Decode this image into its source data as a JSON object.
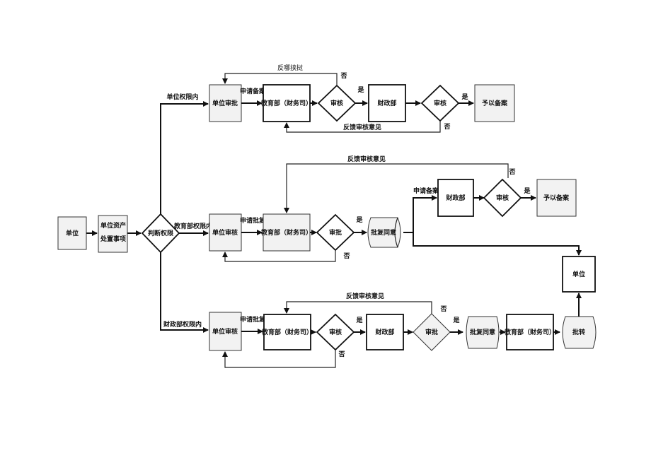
{
  "nodes": {
    "unit_start": "单位",
    "asset_disposal": "单位资产处置事项",
    "judge_authority": "判断权限",
    "unit_review_1": "单位审批",
    "moe_1": "教育部（财务司）",
    "audit_1": "审核",
    "mof_1": "财政部",
    "audit_1b": "审核",
    "record_1": "予以备案",
    "unit_review_2": "单位审核",
    "moe_2": "教育部（财务司）",
    "approve_2": "审批",
    "doc_reply_2": "批复同意",
    "mof_2": "财政部",
    "audit_2": "审核",
    "record_2": "予以备案",
    "unit_end": "单位",
    "unit_review_3": "单位审核",
    "moe_3": "教育部（财务司）",
    "audit_3": "审核",
    "mof_3": "财政部",
    "approve_3": "审批",
    "doc_reply_3": "批复同意",
    "moe_3b": "教育部（财务司）",
    "doc_forward_3": "批转"
  },
  "labels": {
    "branch_unit": "单位权限内",
    "branch_moe": "教育部权限内",
    "branch_mof": "财政部权限内",
    "apply_record_1": "申请备案",
    "apply_record_2": "申请备案",
    "apply_approve_2": "申请批复",
    "apply_approve_3": "申请批复",
    "feedback_1": "反哪挟挝",
    "feedback_1b": "反馈审核意见",
    "feedback_2": "反馈审核意见",
    "feedback_3": "反馈审核意见",
    "yes": "是",
    "no": "否"
  }
}
